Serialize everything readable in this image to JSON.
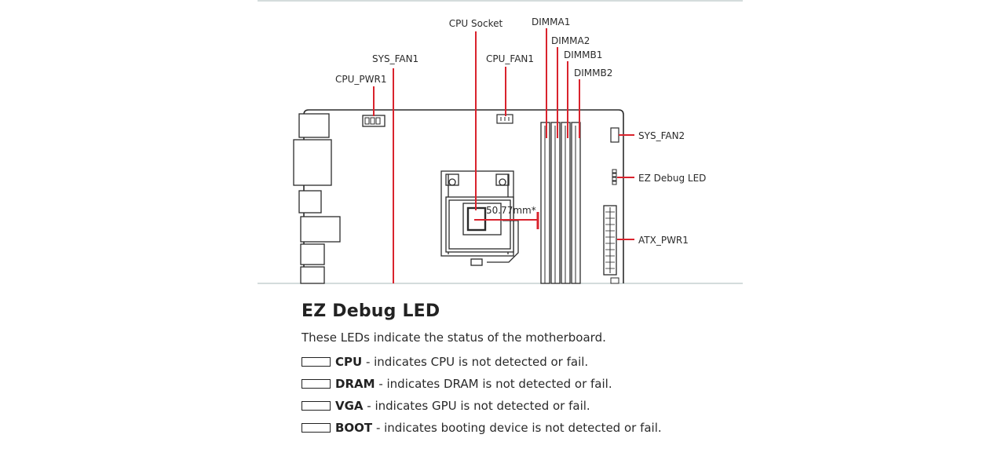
{
  "diagram": {
    "labels": {
      "cpu_socket": "CPU Socket",
      "dimma1": "DIMMA1",
      "dimma2": "DIMMA2",
      "dimmb1": "DIMMB1",
      "dimmb2": "DIMMB2",
      "sys_fan1": "SYS_FAN1",
      "cpu_fan1": "CPU_FAN1",
      "cpu_pwr1": "CPU_PWR1",
      "sys_fan2": "SYS_FAN2",
      "ez_debug_led": "EZ Debug LED",
      "atx_pwr1": "ATX_PWR1",
      "measurement": "50.77mm*"
    },
    "colors": {
      "callout": "#d9232d",
      "outline": "#2b2b2b",
      "divider": "#a8b8b8"
    }
  },
  "section": {
    "title": "EZ Debug LED",
    "intro": "These LEDs indicate the status of the motherboard.",
    "leds": [
      {
        "name": "CPU",
        "desc": " - indicates CPU is not detected or fail."
      },
      {
        "name": "DRAM",
        "desc": " - indicates DRAM is not detected or fail."
      },
      {
        "name": "VGA",
        "desc": " - indicates GPU is not detected or fail."
      },
      {
        "name": "BOOT",
        "desc": " - indicates booting device is not detected or fail."
      }
    ]
  }
}
